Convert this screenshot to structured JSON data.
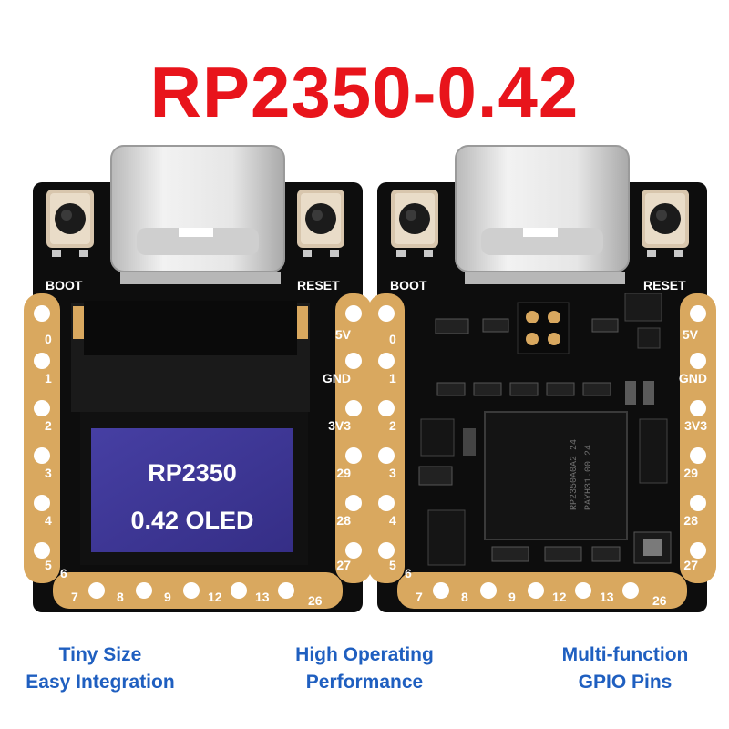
{
  "title": "RP2350-0.42",
  "boards": {
    "front": {
      "boot_label": "BOOT",
      "reset_label": "RESET",
      "oled_line1": "RP2350",
      "oled_line2": "0.42 OLED"
    },
    "back": {
      "boot_label": "BOOT",
      "reset_label": "RESET",
      "chip_line1": "RP2350A0A2 24",
      "chip_line2": "PAYH31.00 24"
    }
  },
  "pins": {
    "left": [
      "0",
      "1",
      "2",
      "3",
      "4",
      "5"
    ],
    "bottom": [
      "6",
      "7",
      "8",
      "9",
      "12",
      "13",
      "26"
    ],
    "right": [
      "5V",
      "GND",
      "3V3",
      "29",
      "28",
      "27"
    ]
  },
  "captions": [
    {
      "line1": "Tiny Size",
      "line2": "Easy Integration"
    },
    {
      "line1": "High Operating",
      "line2": "Performance"
    },
    {
      "line1": "Multi-function",
      "line2": "GPIO Pins"
    }
  ],
  "colors": {
    "title": "#e8141b",
    "caption": "#1f5fc0",
    "pcb": "#0d0d0d",
    "pad_gold": "#d9a85f",
    "oled_panel": "#3f3796"
  }
}
